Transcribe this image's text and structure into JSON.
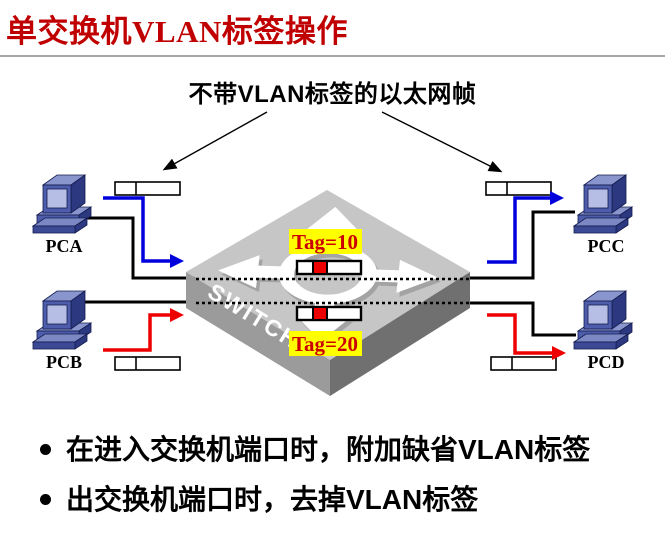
{
  "slide": {
    "title": "单交换机VLAN标签操作",
    "heading": "不带VLAN标签的以太网帧",
    "bullets": [
      {
        "text": "在进入交换机端口时，附加缺省VLAN标签"
      },
      {
        "text": "出交换机端口时，去掉VLAN标签"
      }
    ]
  },
  "diagram": {
    "switch_label": "SWITCH",
    "pcs": [
      {
        "label": "PCA"
      },
      {
        "label": "PCB"
      },
      {
        "label": "PCC"
      },
      {
        "label": "PCD"
      }
    ],
    "tags": [
      {
        "label": "Tag=10"
      },
      {
        "label": "Tag=20"
      }
    ],
    "colors": {
      "title_red": "#c00000",
      "tag_text_red": "#cc0000",
      "tag_bg_yellow": "#ffff00",
      "vlan10_flow_blue": "#0000dd",
      "vlan20_flow_red": "#ee0000",
      "frame_tag_cell_red": "#ee0000",
      "switch_top_gray": "#c6c6c6",
      "switch_left_gray": "#9b9b9b",
      "switch_right_gray": "#707070",
      "pc_body_blue": "#4d5dac",
      "pc_screen_blue": "#b6bee5"
    }
  }
}
